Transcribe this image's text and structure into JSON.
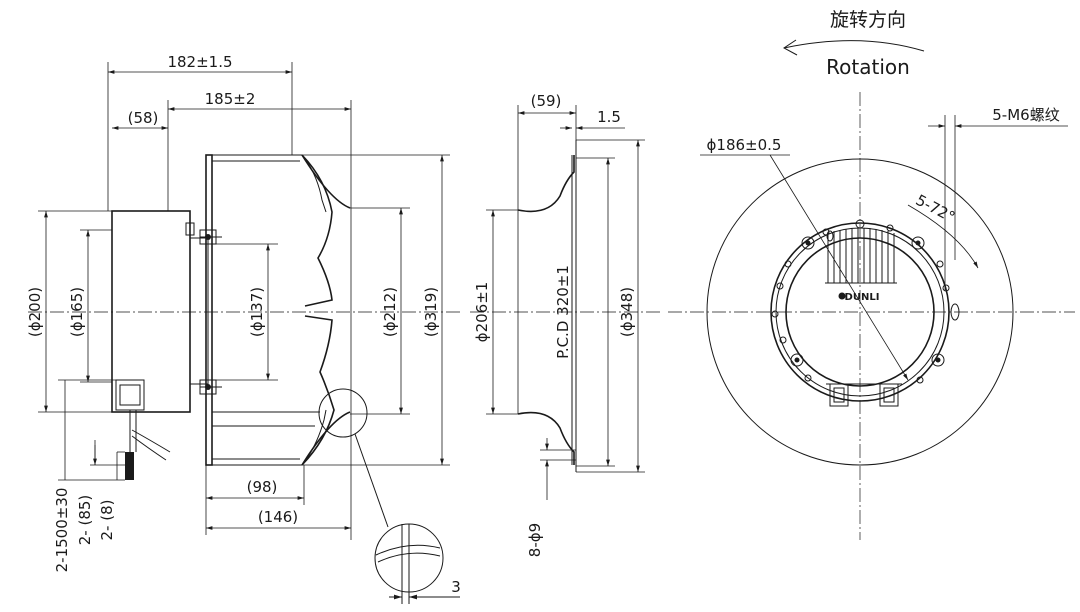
{
  "header": {
    "rotation_cn": "旋转方向",
    "rotation_en": "Rotation"
  },
  "side_view": {
    "dim_182": "182±1.5",
    "dim_185": "185±2",
    "dim_58": "(58)",
    "dim_200": "(ϕ200)",
    "dim_165": "(ϕ165)",
    "dim_137": "(ϕ137)",
    "dim_212": "(ϕ212)",
    "dim_319": "(ϕ319)",
    "dim_98": "(98)",
    "dim_146": "(146)",
    "dim_cable": "2-1500±30",
    "dim_85": "2- (85)",
    "dim_8": "2- (8)",
    "detail_3": "3"
  },
  "profile_view": {
    "dim_59": "(59)",
    "dim_1_5": "1.5",
    "dim_206": "ϕ206±1",
    "dim_pcd": "P.C.D 320±1",
    "dim_348": "(ϕ348)",
    "dim_holes": "8-ϕ9"
  },
  "front_view": {
    "dim_186": "ϕ186±0.5",
    "dim_m6": "5-M6螺纹",
    "dim_angle": "5-72°",
    "brand": "DUNLI"
  }
}
